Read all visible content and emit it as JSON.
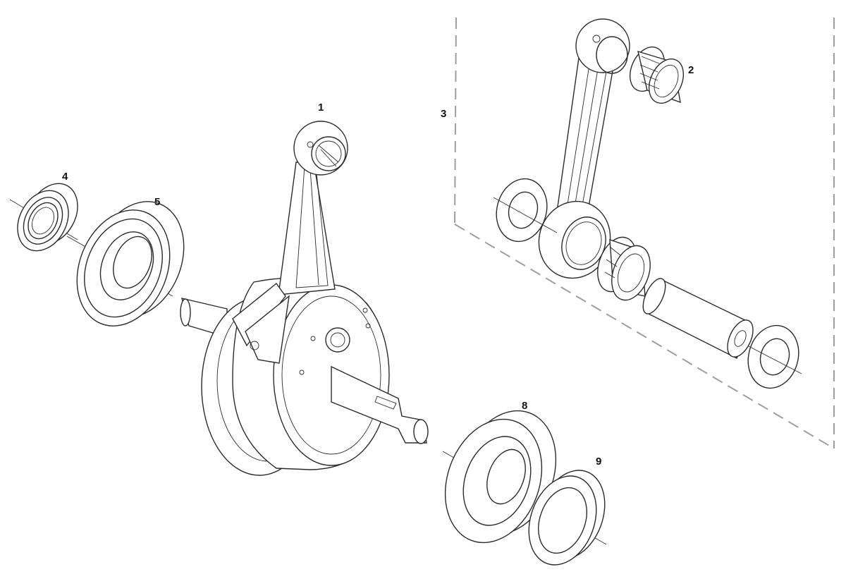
{
  "diagram": {
    "callouts": [
      {
        "id": "1",
        "label": "1"
      },
      {
        "id": "2",
        "label": "2"
      },
      {
        "id": "3",
        "label": "3"
      },
      {
        "id": "4",
        "label": "4"
      },
      {
        "id": "5",
        "label": "5"
      },
      {
        "id": "8",
        "label": "8"
      },
      {
        "id": "9",
        "label": "9"
      }
    ]
  },
  "colors": {
    "line": "#2b2b2b",
    "dashed_border": "#9e9e9e",
    "background": "#ffffff"
  }
}
